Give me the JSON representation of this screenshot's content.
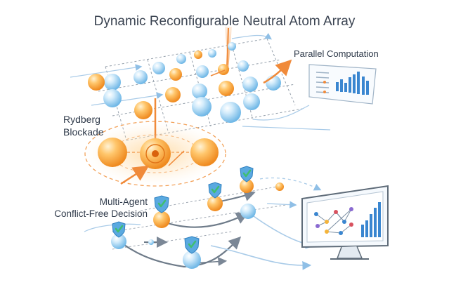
{
  "title": "Dynamic Reconfigurable Neutral Atom Array",
  "labels": {
    "parallel_computation": "Parallel Computation",
    "rydberg_line1": "Rydberg",
    "rydberg_line2": "Blockade",
    "multi_agent_line1": "Multi-Agent",
    "multi_agent_line2": "Conflict-Free Decision"
  },
  "colors": {
    "atom_blue": "#7cc3ee",
    "atom_orange": "#f6a437",
    "shield": "#5aa9e0",
    "check": "#3fbf6f",
    "arrow": "#f08a3a",
    "grid": "#6b7a8a",
    "monitor_bar": "#3a86d0"
  },
  "icons": [
    "shield-check-icon",
    "monitor-icon",
    "bar-chart-icon",
    "network-graph-icon",
    "arrow-icon"
  ]
}
